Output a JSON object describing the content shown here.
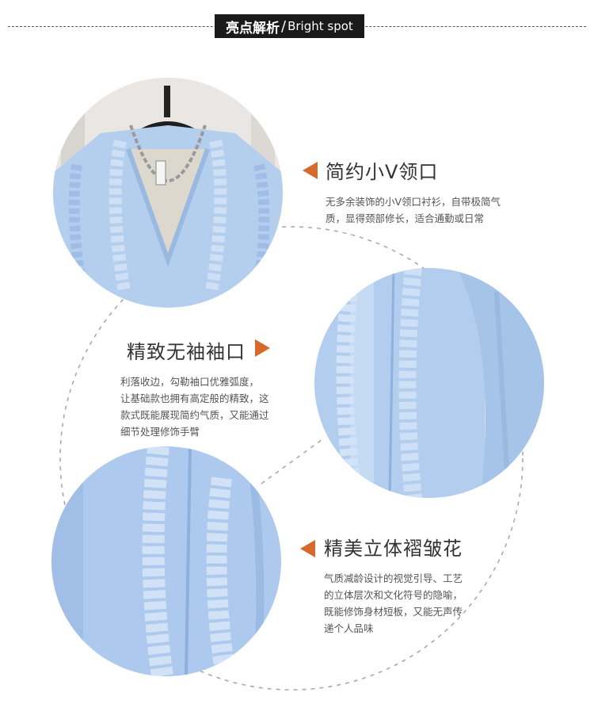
{
  "header": {
    "title_cn": "亮点解析",
    "separator": "/",
    "title_en": "Bright spot"
  },
  "features": [
    {
      "title": "简约小V领口",
      "desc": [
        "无多余装饰的小V领口衬衫，自带极简气",
        "质，显得颈部修长，适合通勤或日常"
      ]
    },
    {
      "title": "精致无袖袖口",
      "desc": [
        "利落收边，勾勒袖口优雅弧度，",
        "让基础款也拥有高定般的精致，这",
        "款式既能展现简约气质，又能通过",
        "细节处理修饰手臂"
      ]
    },
    {
      "title": "精美立体褶皱花",
      "desc": [
        "气质减龄设计的视觉引导、工艺",
        "的立体层次和文化符号的隐喻，",
        "既能修饰身材短板，又能无声传",
        "递个人品味"
      ]
    }
  ],
  "photos": [
    {
      "name": "v-neck-detail-photo"
    },
    {
      "name": "sleeveless-cuff-detail-photo"
    },
    {
      "name": "ruffle-detail-photo"
    }
  ],
  "colors": {
    "accent": "#d56a2c",
    "header_bg": "#1a1a1a",
    "fabric_blue": "#a9c8ec",
    "dashed_circle": "#aaaaaa"
  }
}
